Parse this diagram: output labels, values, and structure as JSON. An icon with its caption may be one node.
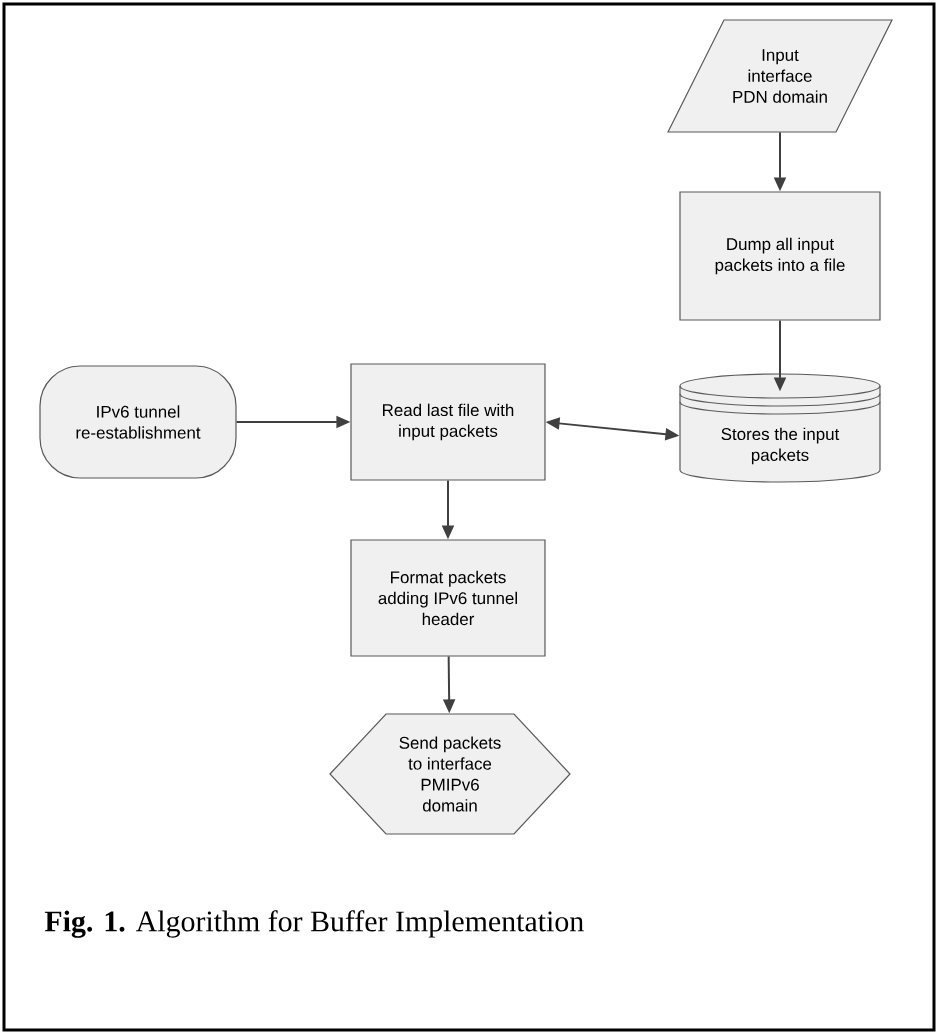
{
  "diagram": {
    "caption": "**Fig. 1.** Algorithm for Buffer Implementation",
    "nodes": [
      {
        "text": [
          "Input interface PDN domain"
        ]
      },
      {
        "text": [
          "Dump all input packets into a file"
        ]
      },
      {
        "text": [
          "Stores the input packets"
        ]
      },
      {
        "text": [
          "IPv6 tunnel re-establishment"
        ]
      },
      {
        "text": [
          "Read last file with input packets"
        ]
      },
      {
        "text": [
          "Format packets adding IPv6 tunnel header"
        ]
      },
      {
        "text": [
          "Send packets to interface PMIPv6 domain"
        ]
      }
    ],
    "edges": [
      {
        "from": 0,
        "to": 1,
        "arrow": "to"
      },
      {
        "from": 1,
        "to": 2,
        "arrow": "to"
      },
      {
        "from": 3,
        "to": 4,
        "arrow": "to"
      },
      {
        "from": 4,
        "to": 2,
        "arrow": "both"
      },
      {
        "from": 4,
        "to": 5,
        "arrow": "to"
      },
      {
        "from": 5,
        "to": 6,
        "arrow": "to"
      }
    ]
  }
}
